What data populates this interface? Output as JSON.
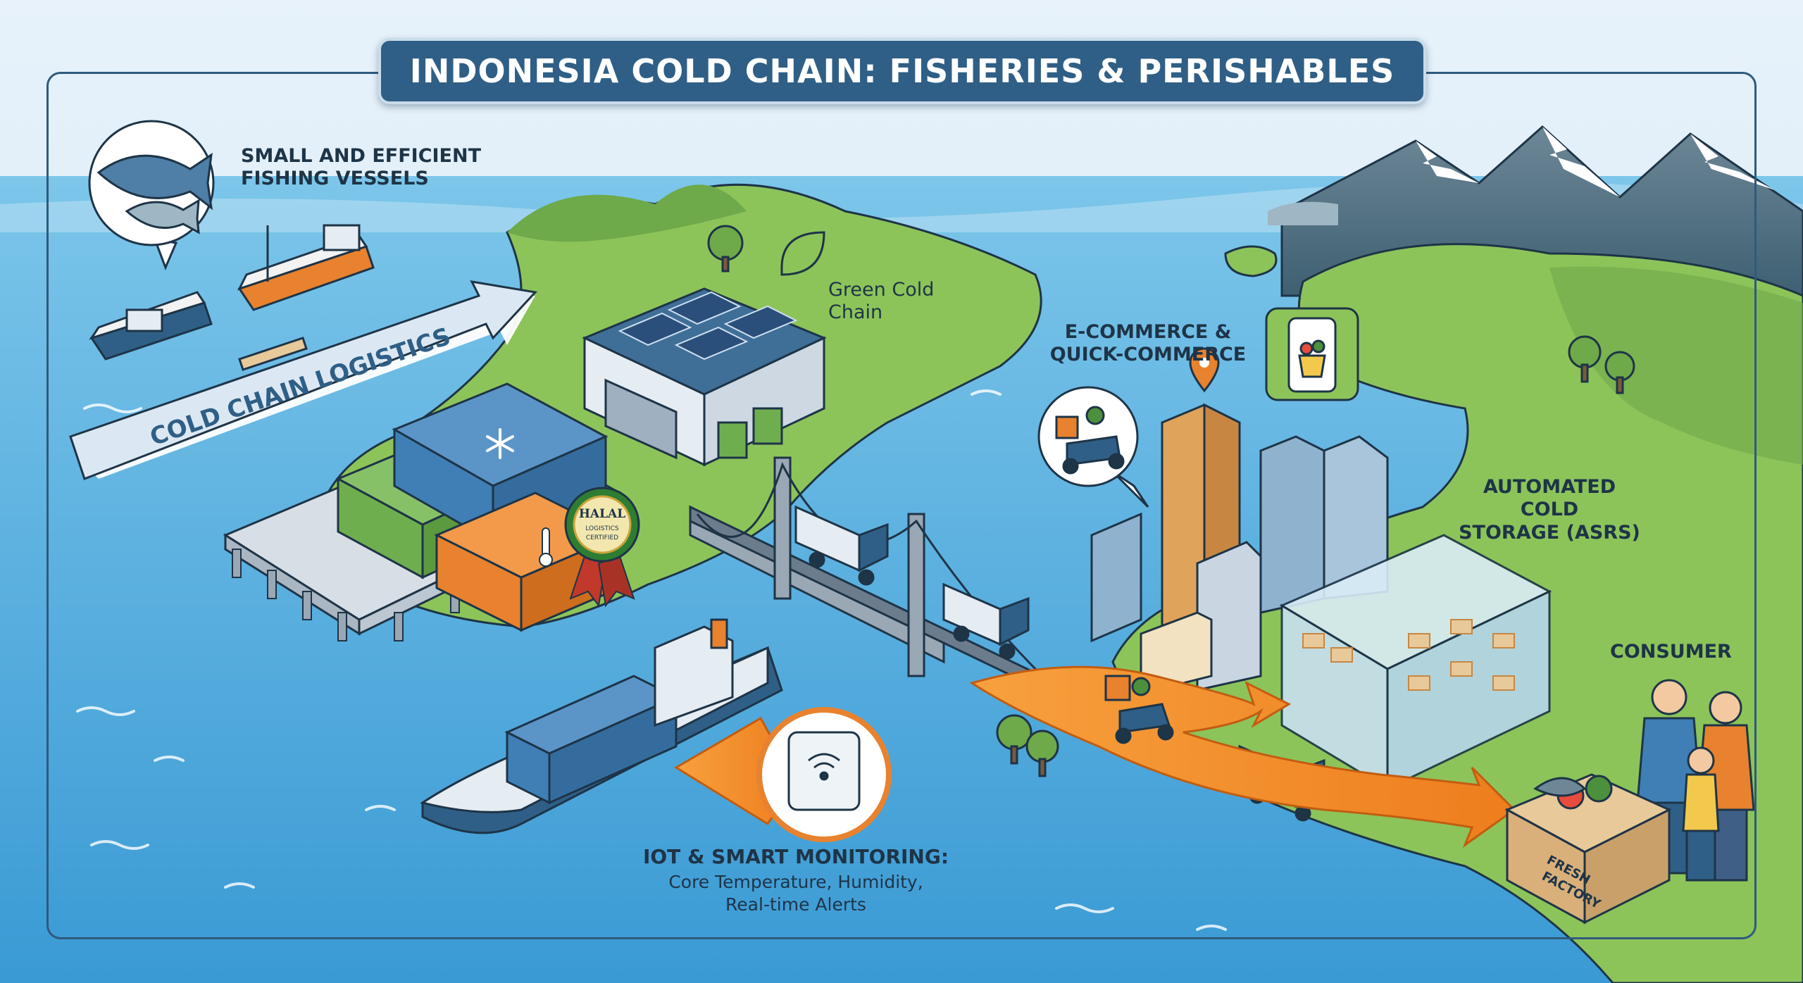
{
  "title": "INDONESIA COLD CHAIN: FISHERIES & PERISHABLES",
  "labels": {
    "fishing_line1": "SMALL AND EFFICIENT",
    "fishing_line2": "FISHING VESSELS",
    "cold_chain_logistics": "COLD CHAIN LOGISTICS",
    "green_line1": "Green Cold",
    "green_line2": "Chain",
    "halal_line1": "HALAL",
    "halal_line2": "LOGISTICS",
    "halal_line3": "CERTIFIED",
    "ecom_line1": "E-COMMERCE &",
    "ecom_line2": "QUICK-COMMERCE",
    "asrs_line1": "AUTOMATED COLD",
    "asrs_line2": "STORAGE (ASRS)",
    "consumer": "CONSUMER",
    "iot_title": "IOT & SMART MONITORING:",
    "iot_line1": "Core Temperature, Humidity,",
    "iot_line2": "Real-time Alerts",
    "box_line1": "FRESH",
    "box_line2": "FACTORY"
  },
  "icons": {
    "fish_badge": "fish-icon",
    "scooter_badge": "delivery-scooter-icon",
    "phone_badge": "grocery-app-phone-icon",
    "iot_badge": "iot-sensor-icon",
    "map_pin": "location-pin-icon",
    "snowflake": "snowflake-icon",
    "thermometer": "thermometer-icon"
  },
  "colors": {
    "title_bg": "#2f5f86",
    "sea": "#4aa8dc",
    "land": "#8cc45a",
    "accent_orange": "#f28c28",
    "container_blue": "#3f7fb5",
    "container_green": "#6fae4e",
    "container_orange": "#e8822e",
    "outline": "#1e3447"
  }
}
